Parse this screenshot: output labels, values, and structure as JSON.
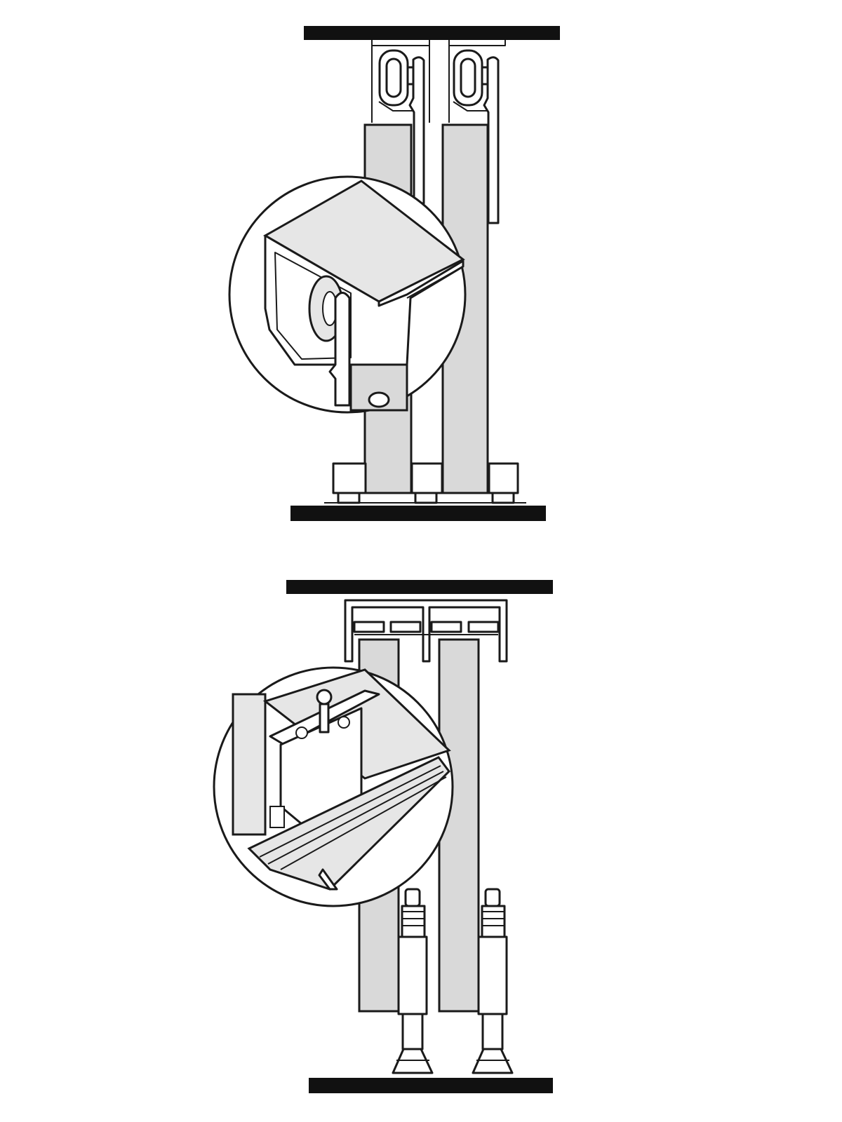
{
  "figure": {
    "kind": "technical-diagram",
    "views": [
      {
        "id": "top-hung-system",
        "description_icons": [
          "ceiling-bar-icon",
          "top-track-roller-icon",
          "door-panel-icon",
          "floor-guide-icon",
          "floor-bar-icon",
          "detail-magnifier-icon"
        ]
      },
      {
        "id": "bottom-rolling-system",
        "description_icons": [
          "ceiling-bar-icon",
          "top-guide-channel-icon",
          "door-panel-icon",
          "bottom-roller-icon",
          "floor-bar-icon",
          "detail-magnifier-icon"
        ]
      }
    ],
    "colors": {
      "line": "#1a1a1a",
      "panel_fill": "#d9d9d9",
      "background": "#ffffff",
      "bar": "#111111"
    }
  }
}
